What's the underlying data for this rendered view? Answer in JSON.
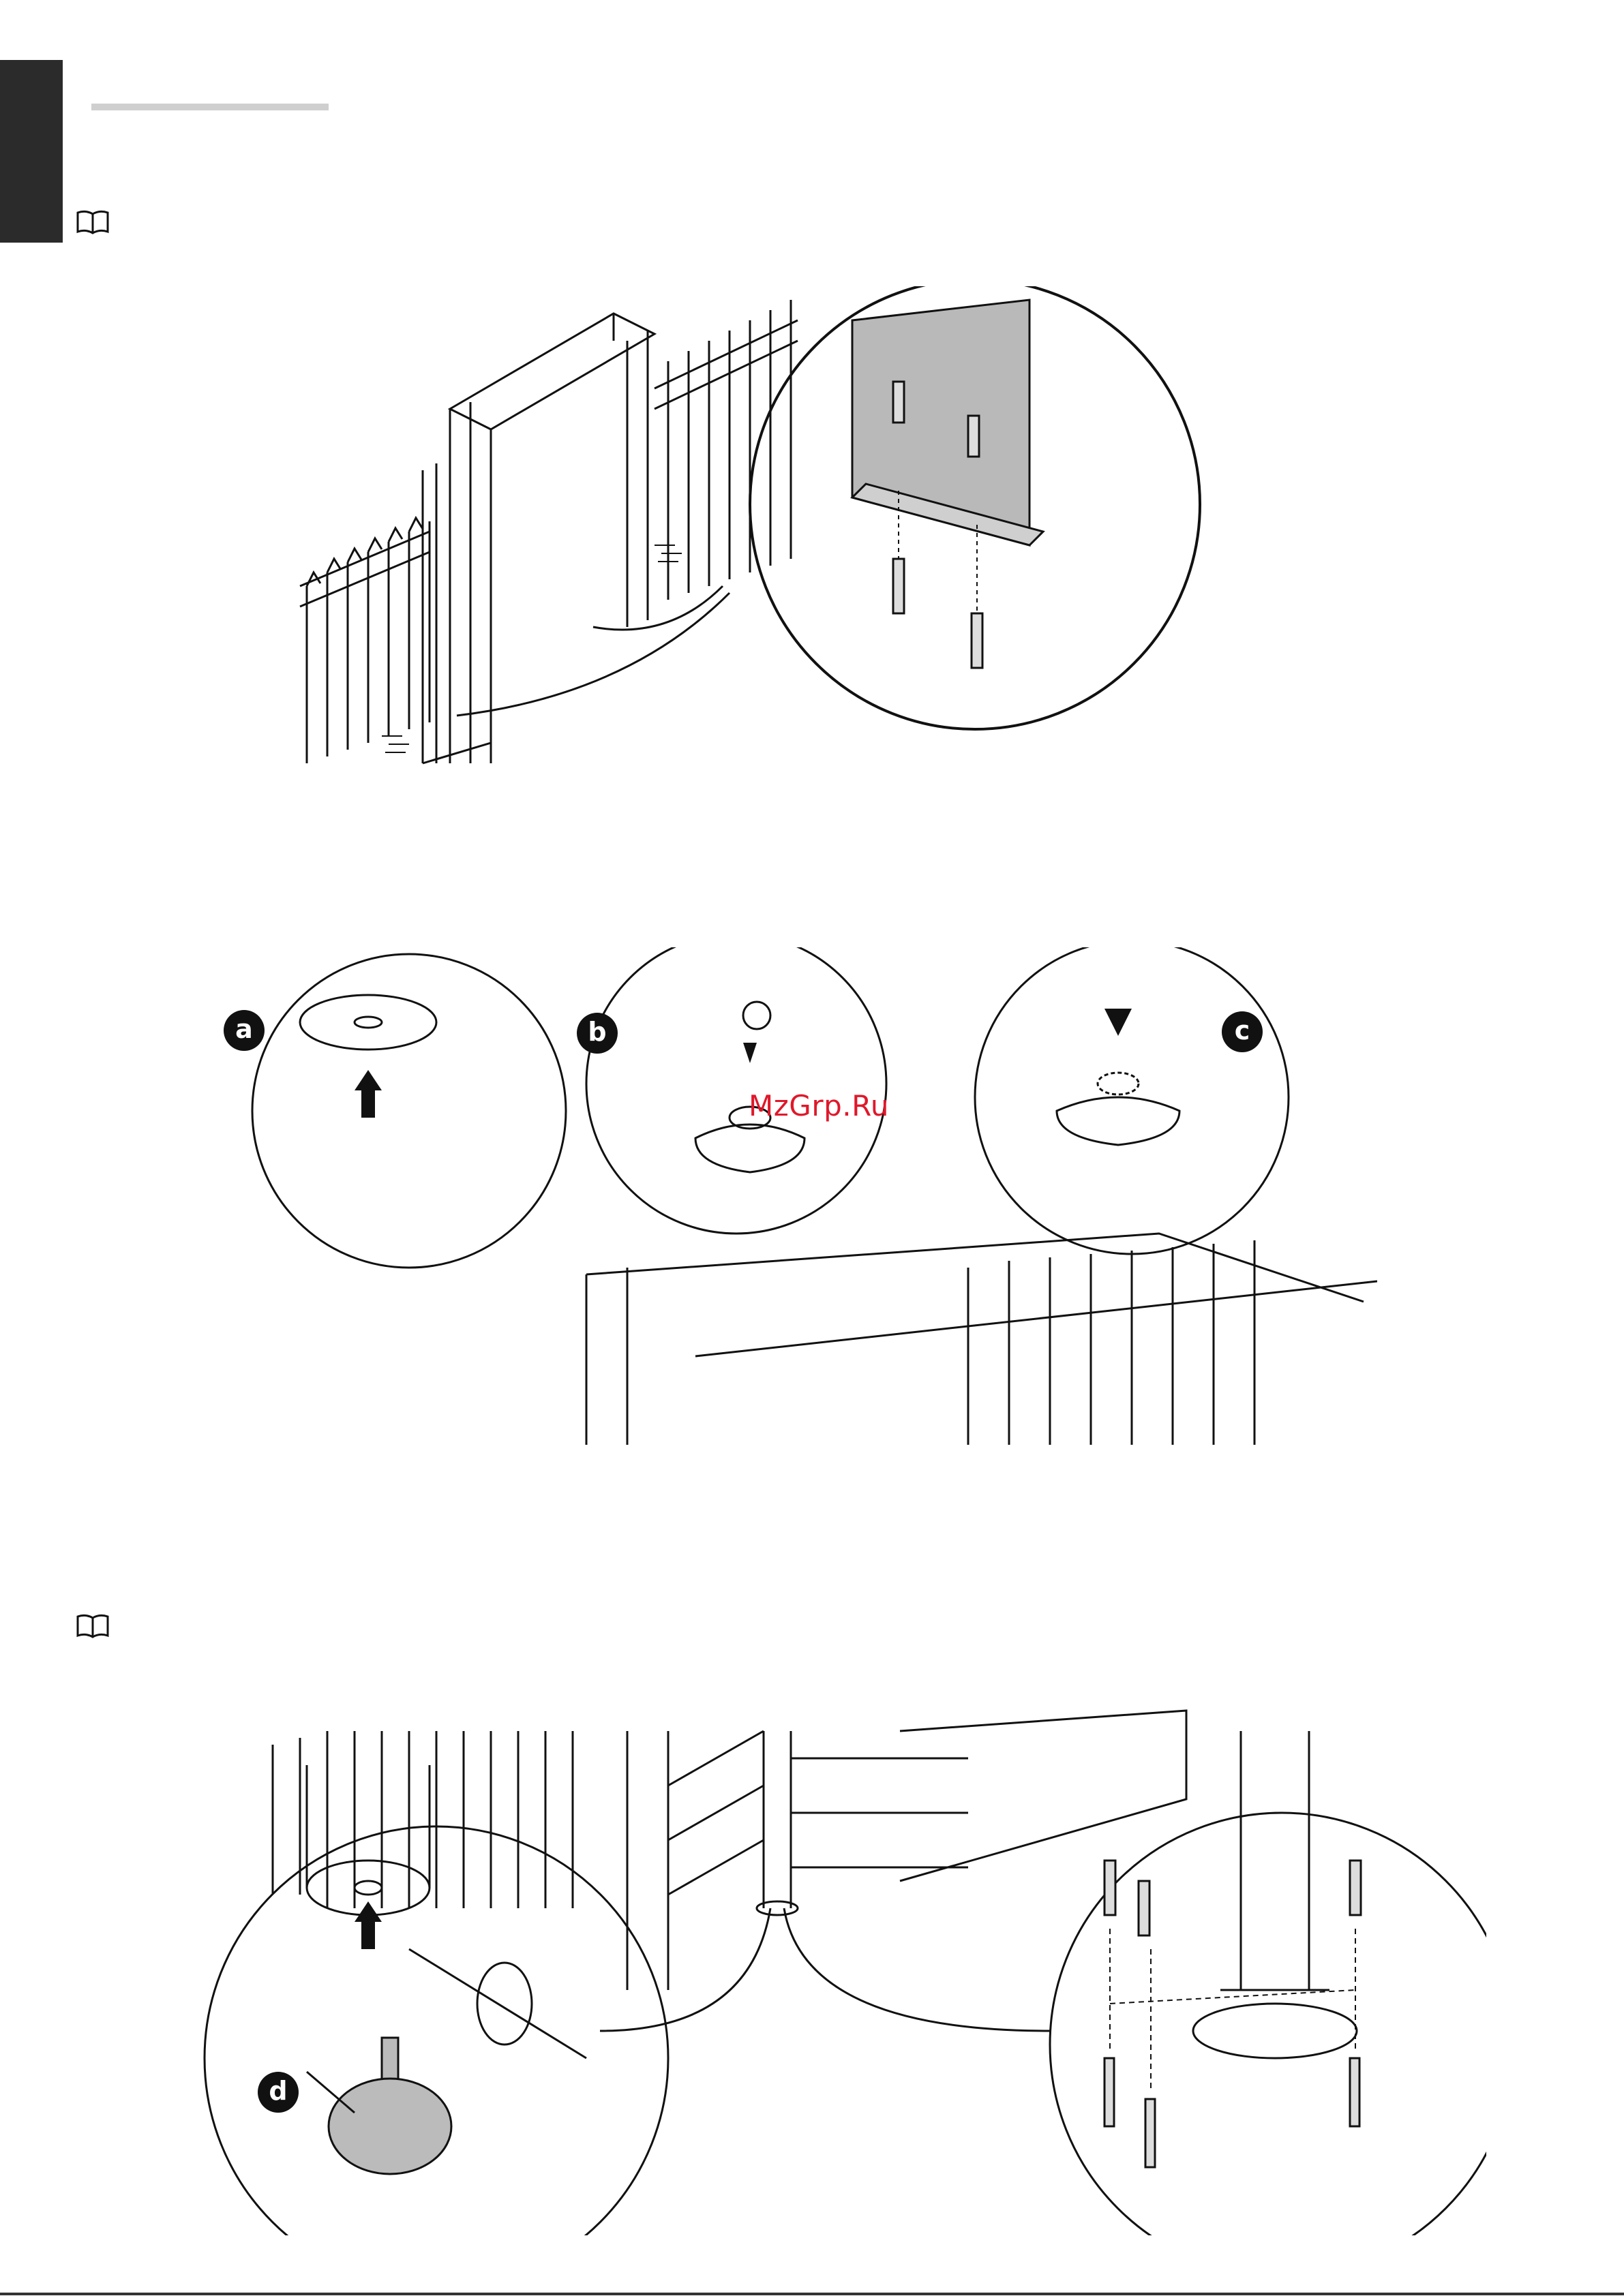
{
  "page": {
    "watermark": "MzGrp.Ru",
    "callouts": {
      "a": "a",
      "b": "b",
      "c": "c",
      "d": "d"
    },
    "icons": [
      "book-icon",
      "book-icon"
    ],
    "colors": {
      "ink": "#111111",
      "panel_gray": "#cfcfcf",
      "tab_dark": "#2b2b2b",
      "watermark_red": "#e0182a"
    }
  }
}
